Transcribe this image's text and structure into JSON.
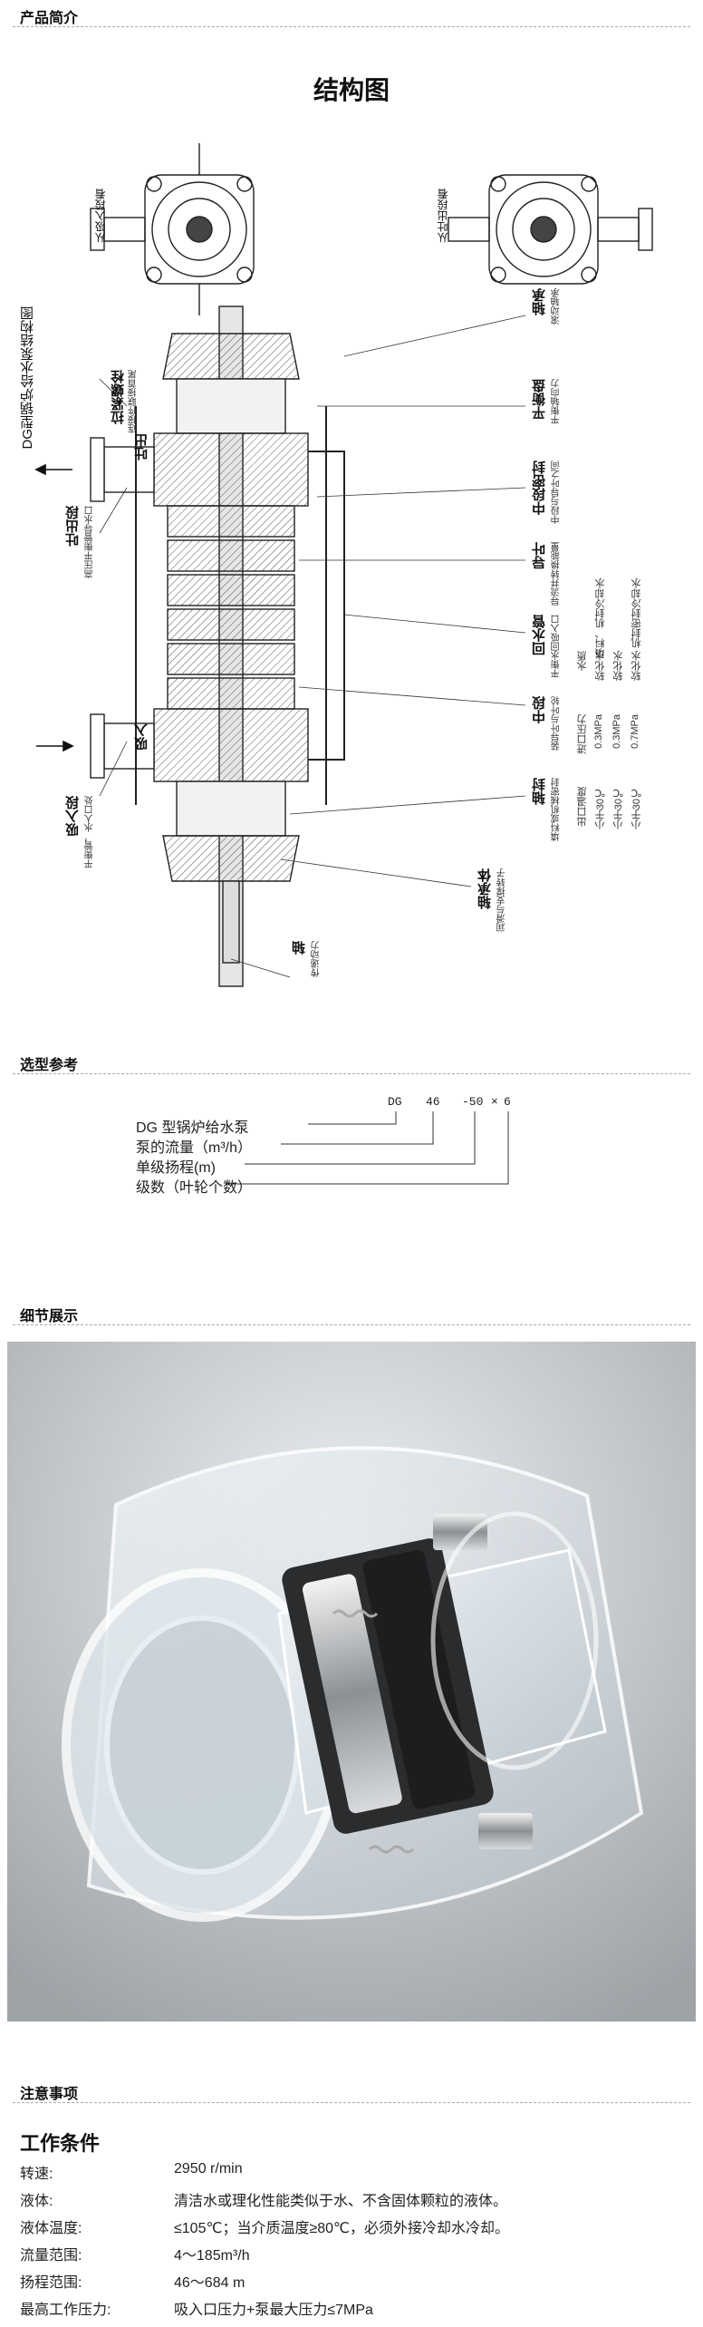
{
  "sections": {
    "intro": "产品简介",
    "selection": "选型参考",
    "detail": "细节展示",
    "notes": "注意事项"
  },
  "structure": {
    "title": "结构图",
    "diagram_caption": "DG型锅炉给水泵结构图",
    "left_labels": {
      "suction_stage": "吸入段",
      "suction_stage_note": "平衡管，水人口处",
      "suction": "吸入",
      "discharge_stage": "吐出段",
      "discharge_stage_note": "高压平衡管导水口",
      "discharge": "吐出",
      "tie_bolt": "拉紧螺栓",
      "tie_bolt_note": "连接件联接首尾",
      "from_suction": "从吸入段看",
      "from_discharge": "从吐出段看"
    },
    "right_labels": {
      "bearing": "轴承",
      "bearing_note": "滚动轴承",
      "balance_disc": "平衡盘",
      "balance_disc_note": "平衡轴向力",
      "middle_seal": "中段密封",
      "middle_seal_note": "中段与导叶之间",
      "guide_vane": "导叶",
      "guide_vane_note": "导流并转换能量",
      "return_pipe": "回水管",
      "return_pipe_note": "平衡水回吸入口",
      "middle_stage": "中段",
      "middle_stage_note": "装导叶与叶轮",
      "shaft_seal": "轴封",
      "shaft_seal_note": "填料或机械密封",
      "bearing_body": "轴承体",
      "bearing_body_note": "润滑与支撑转子",
      "shaft": "轴",
      "shaft_note": "传递动力"
    },
    "table": {
      "headers": [
        "水质",
        "进口压力",
        "出口温度"
      ],
      "rows": [
        [
          "填料、机封冷却水",
          "软化水",
          "0.3MPa",
          "小于30℃"
        ],
        [
          "",
          "软化水",
          "0.3MPa",
          "小于30℃"
        ],
        [
          "机封密封冷却水",
          "软化水",
          "0.7MPa",
          "小于30℃"
        ]
      ]
    }
  },
  "model": {
    "code": [
      "DG",
      "46",
      "-50",
      "×",
      "6"
    ],
    "lines": [
      "DG 型锅炉给水泵",
      "泵的流量（m³/h）",
      "单级扬程(m)",
      "级数（叶轮个数）"
    ]
  },
  "conditions": {
    "title": "工作条件",
    "rows": [
      {
        "k": "转速:",
        "v": "2950 r/min"
      },
      {
        "k": "液体:",
        "v": "清洁水或理化性能类似于水、不含固体颗粒的液体。"
      },
      {
        "k": "液体温度:",
        "v": "≤105℃；当介质温度≥80℃，必须外接冷却水冷却。"
      },
      {
        "k": "流量范围:",
        "v": "4～185m³/h"
      },
      {
        "k": "扬程范围:",
        "v": "46～684 m"
      },
      {
        "k": "最高工作压力:",
        "v": "吸入口压力+泵最大压力≤7MPa"
      }
    ]
  }
}
